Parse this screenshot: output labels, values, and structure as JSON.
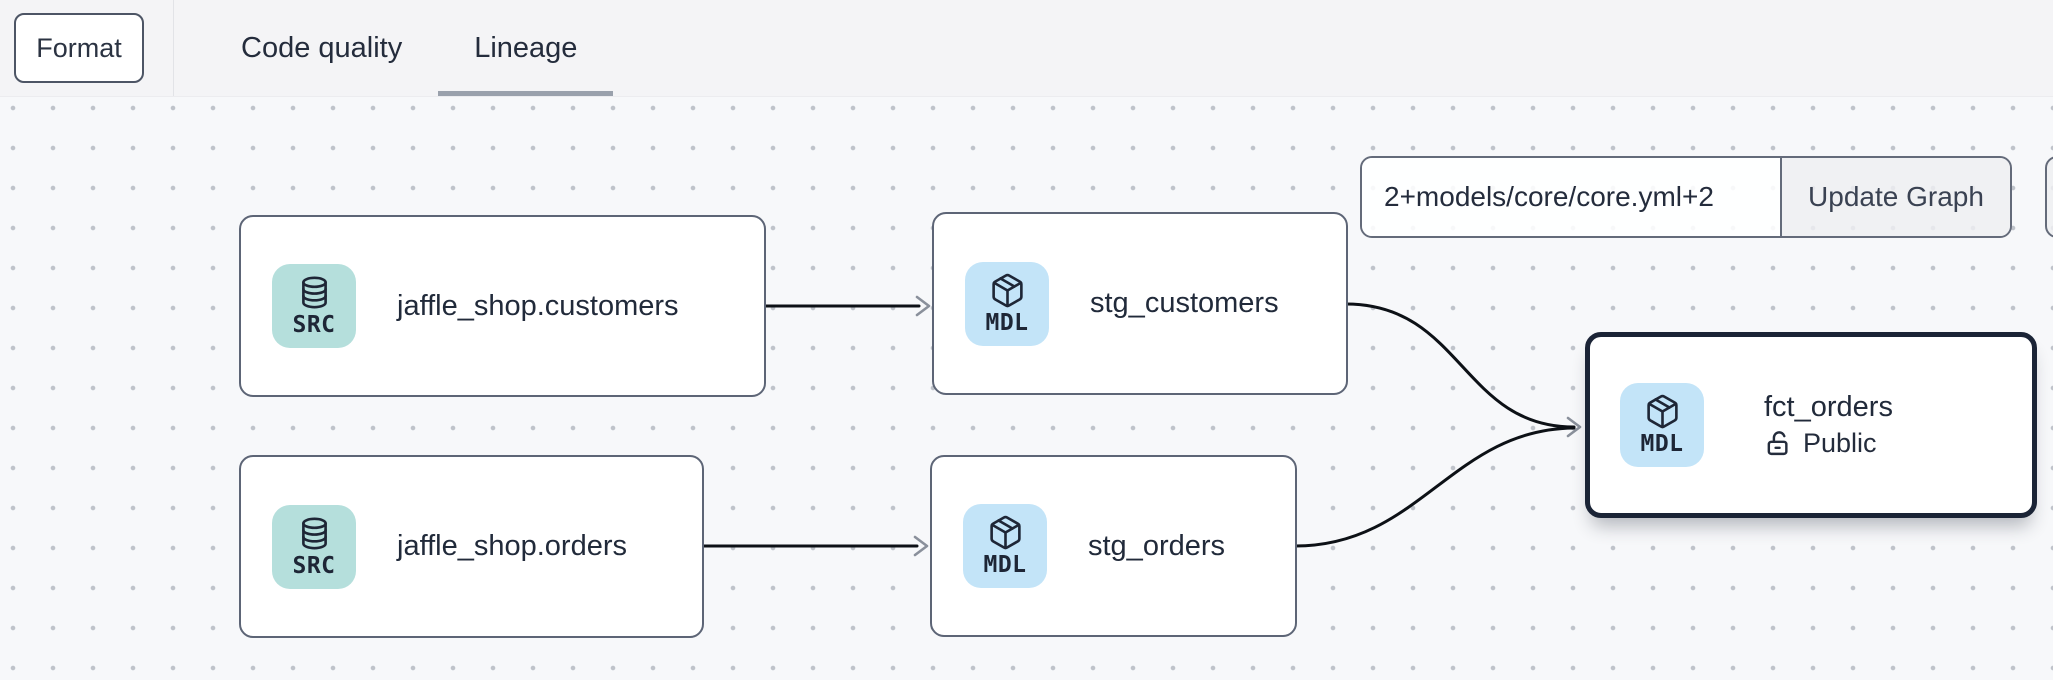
{
  "toolbar": {
    "format_button": "Format",
    "tabs": [
      {
        "label": "Code quality",
        "active": false
      },
      {
        "label": "Lineage",
        "active": true
      }
    ]
  },
  "graph_controls": {
    "selector_value": "2+models/core/core.yml+2",
    "update_button": "Update Graph"
  },
  "lineage": {
    "nodes": [
      {
        "id": "jaffle_shop.customers",
        "label": "jaffle_shop.customers",
        "badge": "SRC",
        "kind": "source",
        "icon": "database-icon"
      },
      {
        "id": "jaffle_shop.orders",
        "label": "jaffle_shop.orders",
        "badge": "SRC",
        "kind": "source",
        "icon": "database-icon"
      },
      {
        "id": "stg_customers",
        "label": "stg_customers",
        "badge": "MDL",
        "kind": "model",
        "icon": "cube-icon"
      },
      {
        "id": "stg_orders",
        "label": "stg_orders",
        "badge": "MDL",
        "kind": "model",
        "icon": "cube-icon"
      },
      {
        "id": "fct_orders",
        "label": "fct_orders",
        "badge": "MDL",
        "kind": "model",
        "icon": "cube-icon",
        "access": "Public",
        "selected": true
      }
    ],
    "edges": [
      {
        "from": "jaffle_shop.customers",
        "to": "stg_customers"
      },
      {
        "from": "jaffle_shop.orders",
        "to": "stg_orders"
      },
      {
        "from": "stg_customers",
        "to": "fct_orders"
      },
      {
        "from": "stg_orders",
        "to": "fct_orders"
      }
    ]
  },
  "colors": {
    "source-badge-bg": "#b5dfdc",
    "model-badge-bg": "#c3e4f8",
    "node-border": "#5d6576",
    "selected-node-border": "#1b2436",
    "edge": "#0d1116",
    "arrowhead": "#8a909b",
    "text": "#212a3a",
    "tab-underline": "#9aa1ac",
    "canvas-bg": "#f7f8fa",
    "topbar-bg": "#f4f4f6"
  }
}
